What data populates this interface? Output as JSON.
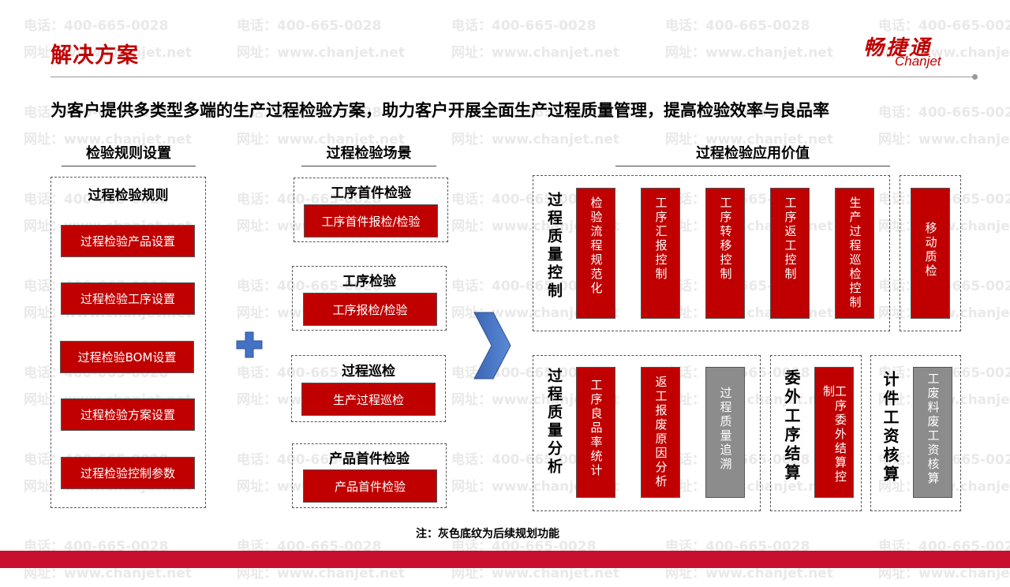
{
  "watermark": {
    "phone": "电话：400-665-0028",
    "website": "网址：www.chanjet.net"
  },
  "header": {
    "title": "解决方案",
    "logo_cn": "畅捷通",
    "logo_en": "Chanjet",
    "subtitle": "为客户提供多类型多端的生产过程检验方案，助力客户开展全面生产过程质量管理，提高检验效率与良品率"
  },
  "colors": {
    "accent": "#c00000",
    "planned": "#8c8c8c",
    "plus": "#4472c4",
    "arrow": "#4a78c4"
  },
  "rules": {
    "heading": "检验规则设置",
    "box_title": "过程检验规则",
    "items": [
      "过程检验产品设置",
      "过程检验工序设置",
      "过程检验BOM设置",
      "过程检验方案设置",
      "过程检验控制参数"
    ]
  },
  "plus_icon": "plus-icon",
  "scenes": {
    "heading": "过程检验场景",
    "groups": [
      {
        "title": "工序首件检验",
        "button": "工序首件报检/检验"
      },
      {
        "title": "工序检验",
        "button": "工序报检/检验"
      },
      {
        "title": "过程巡检",
        "button": "生产过程巡检"
      },
      {
        "title": "产品首件检验",
        "button": "产品首件检验"
      }
    ]
  },
  "arrow_icon": "chevron-right-icon",
  "value": {
    "heading": "过程检验应用价值",
    "control": {
      "label": "过程质量控制",
      "items": [
        "检验流程规范化",
        "工序汇报控制",
        "工序转移控制",
        "工序返工控制",
        "生产过程巡检控制"
      ]
    },
    "mobile": {
      "items": [
        "移动质检"
      ]
    },
    "analysis": {
      "label": "过程质量分析",
      "items": [
        {
          "text": "工序良品率统计",
          "planned": false
        },
        {
          "text": "返工报废原因分析",
          "planned": false
        },
        {
          "text": "过程质量追溯",
          "planned": true
        }
      ]
    },
    "outsource": {
      "label": "委外工序结算",
      "items": [
        {
          "text": "工序委外结算控制",
          "planned": false
        }
      ]
    },
    "piecework": {
      "label": "计件工资核算",
      "items": [
        {
          "text": "工废料废工资核算",
          "planned": true
        }
      ]
    }
  },
  "note": "注：灰色底纹为后续规划功能"
}
